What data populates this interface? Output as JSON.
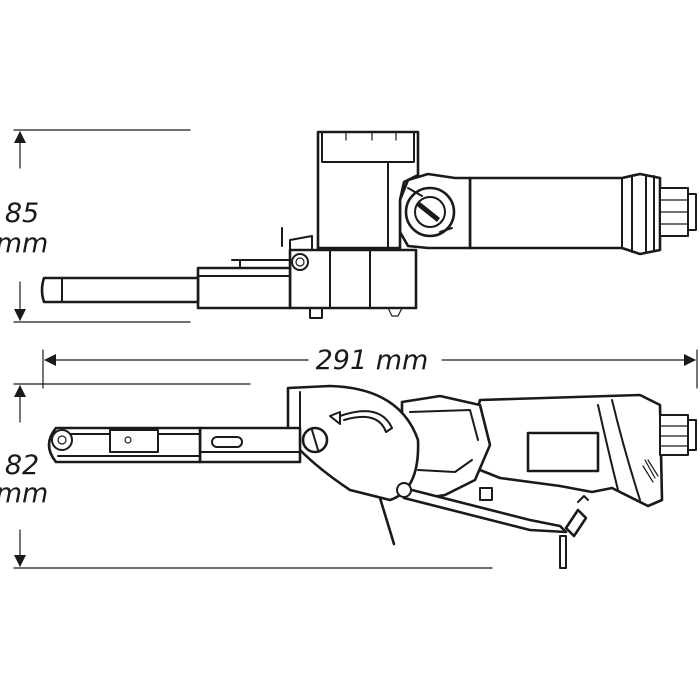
{
  "dimensions": {
    "height_top": {
      "value": "85",
      "unit": "mm"
    },
    "length": {
      "label": "291 mm"
    },
    "height_side": {
      "value": "82",
      "unit": "mm"
    }
  },
  "colors": {
    "line": "#1a1a1a",
    "background": "#ffffff"
  }
}
